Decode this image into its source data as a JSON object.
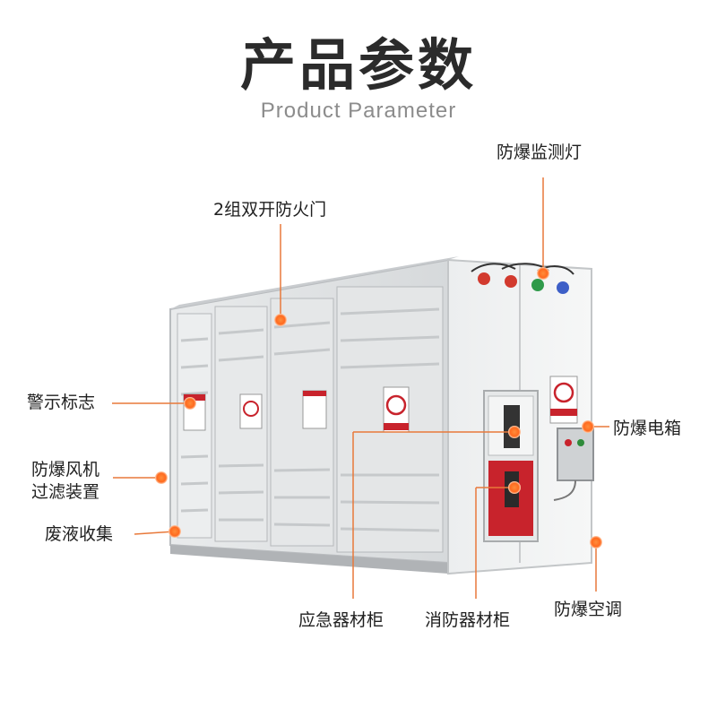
{
  "header": {
    "title": "产品参数",
    "subtitle": "Product Parameter"
  },
  "callouts": {
    "explosion_proof_lamp": "防爆监测灯",
    "fire_doors": "2组双开防火门",
    "warning_signs": "警示标志",
    "explosion_proof_box": "防爆电箱",
    "fan_filter_line1": "防爆风机",
    "fan_filter_line2": "过滤装置",
    "waste_liquid": "废液收集",
    "explosion_proof_ac": "防爆空调",
    "emergency_cabinet": "应急器材柜",
    "fire_cabinet": "消防器材柜"
  },
  "colors": {
    "accent": "#f07a2e",
    "leader_line": "#e8793a",
    "container_body": "#dcdee0",
    "cabinet_red": "#c8232c"
  }
}
